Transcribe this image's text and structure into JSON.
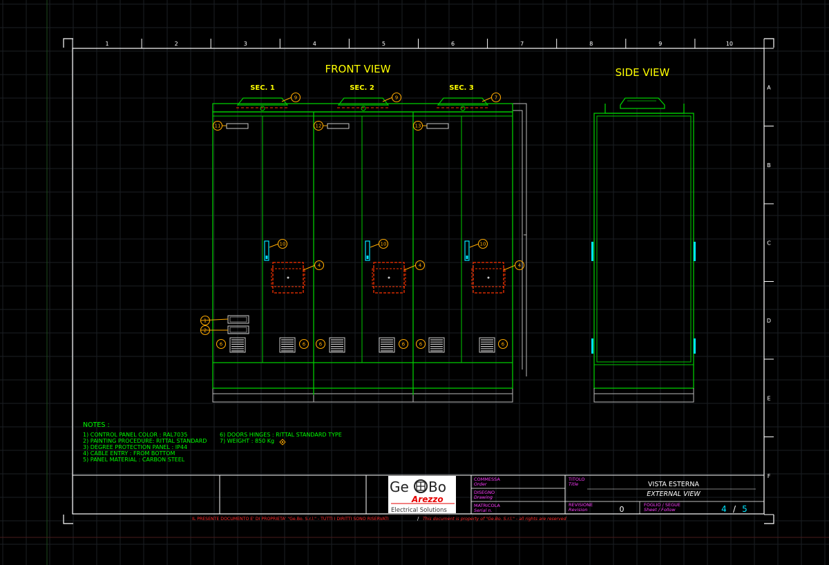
{
  "drawing": {
    "front_view_title": "FRONT VIEW",
    "side_view_title": "SIDE VIEW",
    "sections": [
      "SEC. 1",
      "SEC. 2",
      "SEC. 3"
    ],
    "grid_cols": [
      "1",
      "2",
      "3",
      "4",
      "5",
      "6",
      "7",
      "8",
      "9",
      "10"
    ],
    "grid_rows": [
      "A",
      "B",
      "C",
      "D",
      "E",
      "F"
    ],
    "balloons": {
      "sec_top": [
        "9",
        "9",
        "7"
      ],
      "plates": [
        "11",
        "12",
        "13"
      ],
      "handles": [
        "10",
        "10",
        "10"
      ],
      "mid": [
        "4",
        "4",
        "4"
      ],
      "vents": [
        "6",
        "6",
        "6",
        "6",
        "6",
        "6"
      ],
      "left_side": [
        "1",
        "2"
      ]
    }
  },
  "notes": {
    "title": "NOTES :",
    "col1": [
      "1) CONTROL PANEL COLOR : RAL7035",
      "2) PAINTING    PROCEDURE: RITTAL STANDARD",
      "3) DEGREE PROTECTION PANEL : IP44",
      "4) CABLE ENTRY : FROM BOTTOM",
      "5) PANEL MATERIAL : CARBON STEEL"
    ],
    "col2": [
      "6) DOORS HINGES : RITTAL STANDARD TYPE",
      "7) WEIGHT : 850 Kg"
    ]
  },
  "title_block": {
    "logo_left": "Ge",
    "logo_right": "Bo",
    "logo_city": "Arezzo",
    "logo_tagline": "Electrical Solutions",
    "fields": [
      {
        "label": "COMMESSA",
        "sub": "Order"
      },
      {
        "label": "DISEGNO",
        "sub": "Drawing"
      },
      {
        "label": "MATRICOLA",
        "sub": "Serial n."
      }
    ],
    "titolo_label": "TITOLO",
    "titolo_sub": "Title",
    "title_it": "VISTA ESTERNA",
    "title_en": "EXTERNAL VIEW",
    "revisione_label": "REVISIONE",
    "revisione_sub": "Revision",
    "revision": "0",
    "foglio_label": "FOGLIO / SEGUE",
    "foglio_sub": "Sheet / Follow",
    "sheet": "4",
    "sheet_sep": "/",
    "sheet_total": "5"
  },
  "disclaimer": {
    "it": "IL PRESENTE DOCUMENTO E' DI PROPRIETA' \"Ge.Bo. S.r.l.\" - TUTTI I DIRITTI SONO RISERVATI",
    "sep": "/",
    "en": "This document is property of \"Ge.Bo. S.r.l.\" - all rights are reserved"
  },
  "colors": {
    "background": "#000000",
    "frame": "#ffffff",
    "panel": "#00cc00",
    "label": "#ffff00",
    "balloon": "#ffaa00",
    "dashed": "#ff3300",
    "notes": "#00ff00",
    "accent": "#00e5ff",
    "red": "#ff2a2a",
    "magenta": "#ff3cff"
  }
}
